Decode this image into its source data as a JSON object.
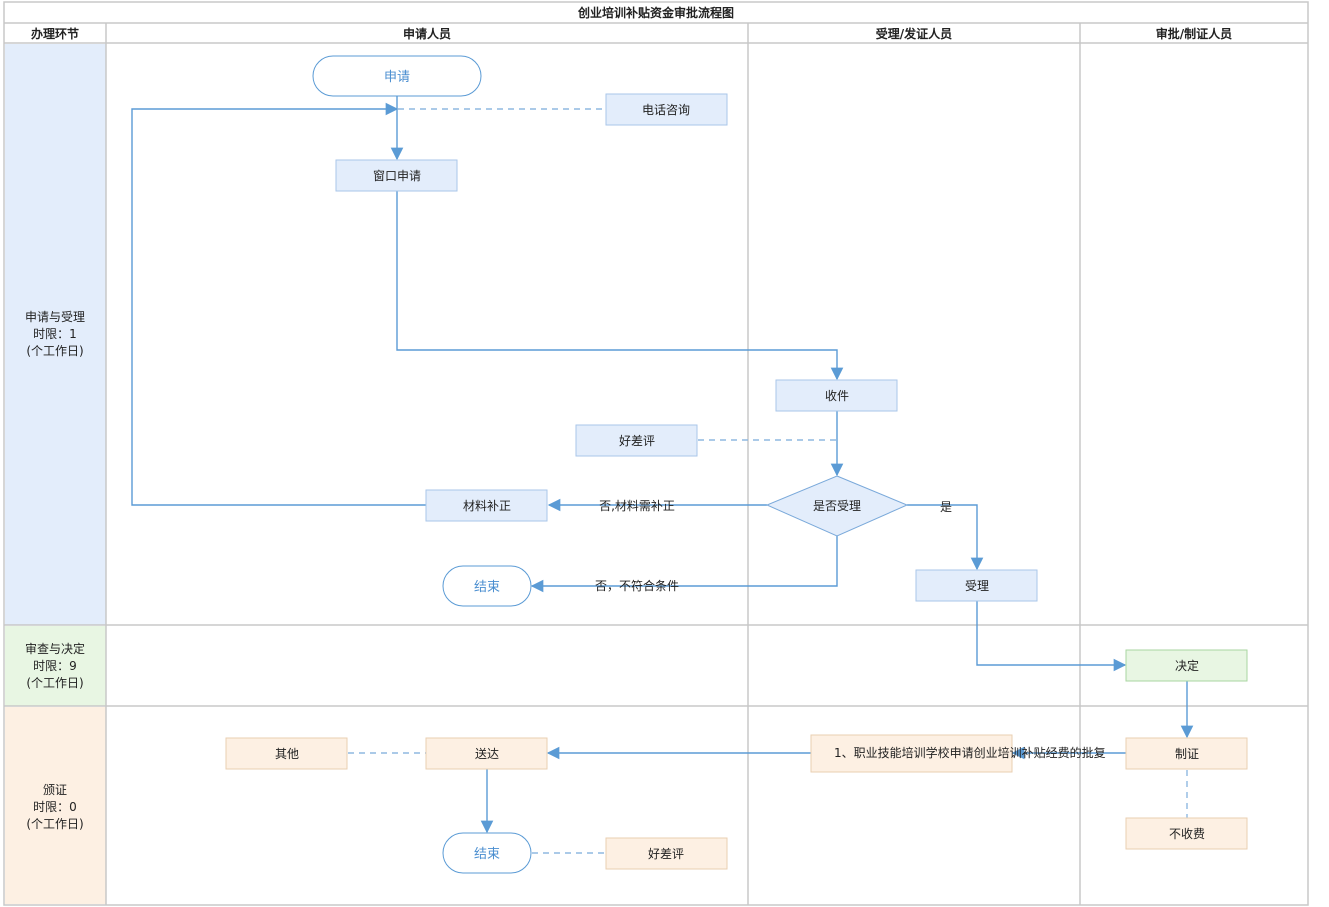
{
  "title": "创业培训补贴资金审批流程图",
  "headers": {
    "stage": "办理环节",
    "applicant": "申请人员",
    "acceptor": "受理/发证人员",
    "approver": "审批/制证人员"
  },
  "stages": [
    {
      "line1": "申请与受理",
      "line2": "时限：1",
      "line3": "(个工作日)",
      "color": "#e3edfb"
    },
    {
      "line1": "审查与决定",
      "line2": "时限：9",
      "line3": "(个工作日)",
      "color": "#e8f6e3"
    },
    {
      "line1": "颁证",
      "line2": "时限：0",
      "line3": "(个工作日)",
      "color": "#fdf0e3"
    }
  ],
  "nodes": {
    "start": "申请",
    "phone_consult": "电话咨询",
    "window_apply": "窗口申请",
    "receive": "收件",
    "rating_1": "好差评",
    "accept_decision": "是否受理",
    "material_fix": "材料补正",
    "end_1": "结束",
    "accept": "受理",
    "decide": "决定",
    "make_cert": "制证",
    "doc": "1、职业技能培训学校申请创业培训补贴经费的批复",
    "deliver": "送达",
    "other": "其他",
    "no_fee": "不收费",
    "end_2": "结束",
    "rating_2": "好差评"
  },
  "edge_labels": {
    "need_fix": "否,材料需补正",
    "not_qualified": "否，不符合条件",
    "yes": "是"
  },
  "colors": {
    "flow_line": "#5b9bd5",
    "box_blue_fill": "#e3edfb",
    "box_green_fill": "#e8f6e3",
    "box_orange_fill": "#fdf0e3",
    "terminal_text": "#4a8ed0"
  }
}
